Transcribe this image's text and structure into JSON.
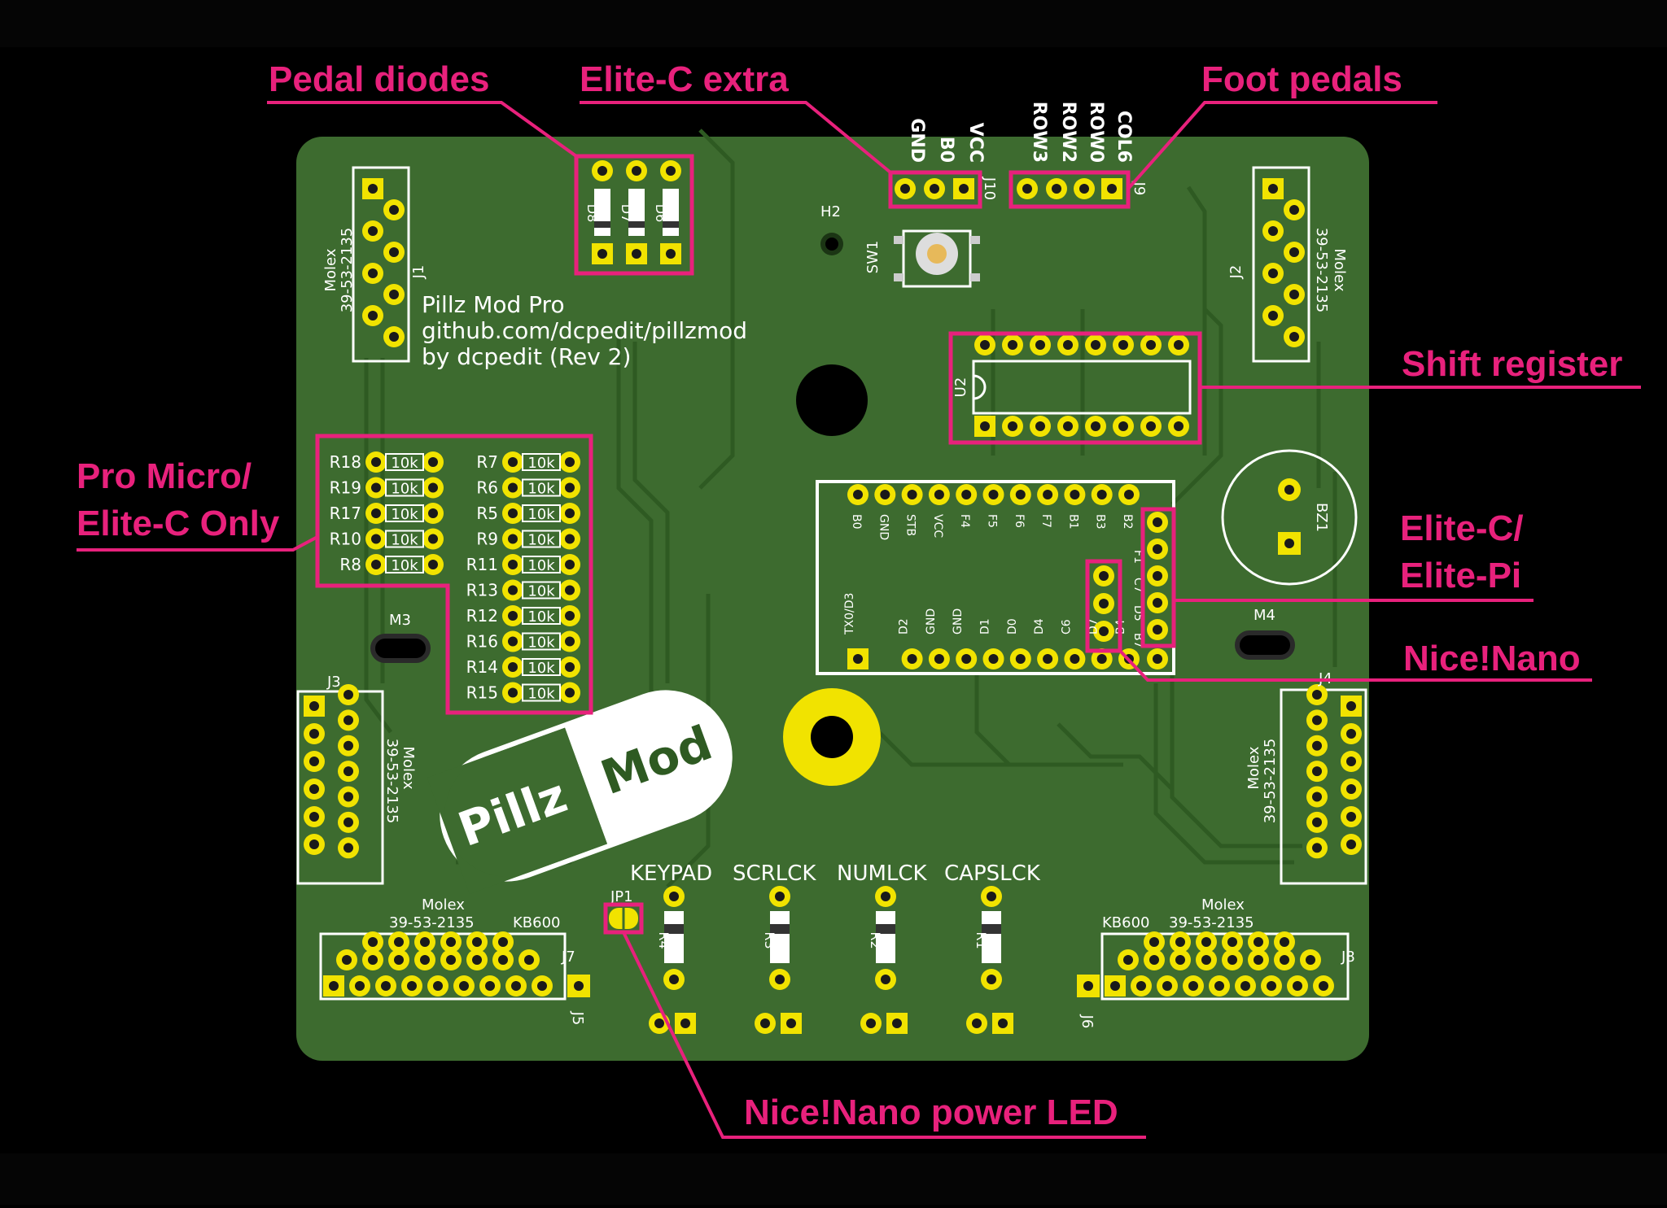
{
  "colors": {
    "background": "#000000",
    "top_band": "#050505",
    "board": "#3d6b2f",
    "board_dark": "#2e5a22",
    "silkscreen": "#ffffff",
    "pad": "#f1e300",
    "highlight": "#e8217c"
  },
  "callouts": {
    "pedal_diodes": "Pedal diodes",
    "elite_c_extra": "Elite-C extra",
    "foot_pedals": "Foot pedals",
    "shift_register": "Shift register",
    "pro_micro_line1": "Pro Micro/",
    "pro_micro_line2": "Elite-C Only",
    "elite_c_line1": "Elite-C/",
    "elite_c_line2": "Elite-Pi",
    "nice_nano": "Nice!Nano",
    "nice_nano_led": "Nice!Nano power LED"
  },
  "board": {
    "title_line1": "Pillz Mod Pro",
    "title_line2": "github.com/dcpedit/pillzmod",
    "title_line3": "by dcpedit (Rev 2)",
    "logo_left": "Pillz",
    "logo_right": "Mod",
    "h2": "H2",
    "sw1": "SW1",
    "u2": "U2",
    "bz1": "BZ1",
    "m3": "M3",
    "m4": "M4",
    "j10": "J10",
    "j9": "J9",
    "j10_pins": [
      "GND",
      "B0",
      "VCC"
    ],
    "j9_pins": [
      "ROW3",
      "ROW2",
      "ROW0",
      "COL6"
    ],
    "diodes": [
      "D8",
      "D7",
      "D6"
    ],
    "connectors": {
      "j1": "J1",
      "j2": "J2",
      "j3": "J3",
      "j4": "J4",
      "j5": "J5",
      "j6": "J6",
      "j7": "J7",
      "j8": "J8",
      "molex": "Molex",
      "part": "39-53-2135",
      "kb600": "KB600"
    },
    "resistors_left": [
      {
        "ref": "R18",
        "value": "10k"
      },
      {
        "ref": "R19",
        "value": "10k"
      },
      {
        "ref": "R17",
        "value": "10k"
      },
      {
        "ref": "R10",
        "value": "10k"
      },
      {
        "ref": "R8",
        "value": "10k"
      }
    ],
    "resistors_right": [
      {
        "ref": "R7",
        "value": "10k"
      },
      {
        "ref": "R6",
        "value": "10k"
      },
      {
        "ref": "R5",
        "value": "10k"
      },
      {
        "ref": "R9",
        "value": "10k"
      },
      {
        "ref": "R11",
        "value": "10k"
      },
      {
        "ref": "R13",
        "value": "10k"
      },
      {
        "ref": "R12",
        "value": "10k"
      },
      {
        "ref": "R16",
        "value": "10k"
      },
      {
        "ref": "R14",
        "value": "10k"
      },
      {
        "ref": "R15",
        "value": "10k"
      }
    ],
    "mcu_top_pins": [
      "B0",
      "GND",
      "STB",
      "VCC",
      "F4",
      "F5",
      "F6",
      "F7",
      "B1",
      "B3",
      "B2"
    ],
    "mcu_bottom_pins": [
      "TX0/D3",
      "D2",
      "GND",
      "GND",
      "D1",
      "D0",
      "D4",
      "C6",
      "D7",
      "B4"
    ],
    "mcu_side_pins": [
      "F1",
      "C7",
      "D5",
      "B7"
    ],
    "led_labels": [
      "KEYPAD",
      "SCRLCK",
      "NUMLCK",
      "CAPSLCK"
    ],
    "led_resistors": [
      "R4",
      "R3",
      "R2",
      "R1"
    ],
    "jp1": "JP1"
  }
}
